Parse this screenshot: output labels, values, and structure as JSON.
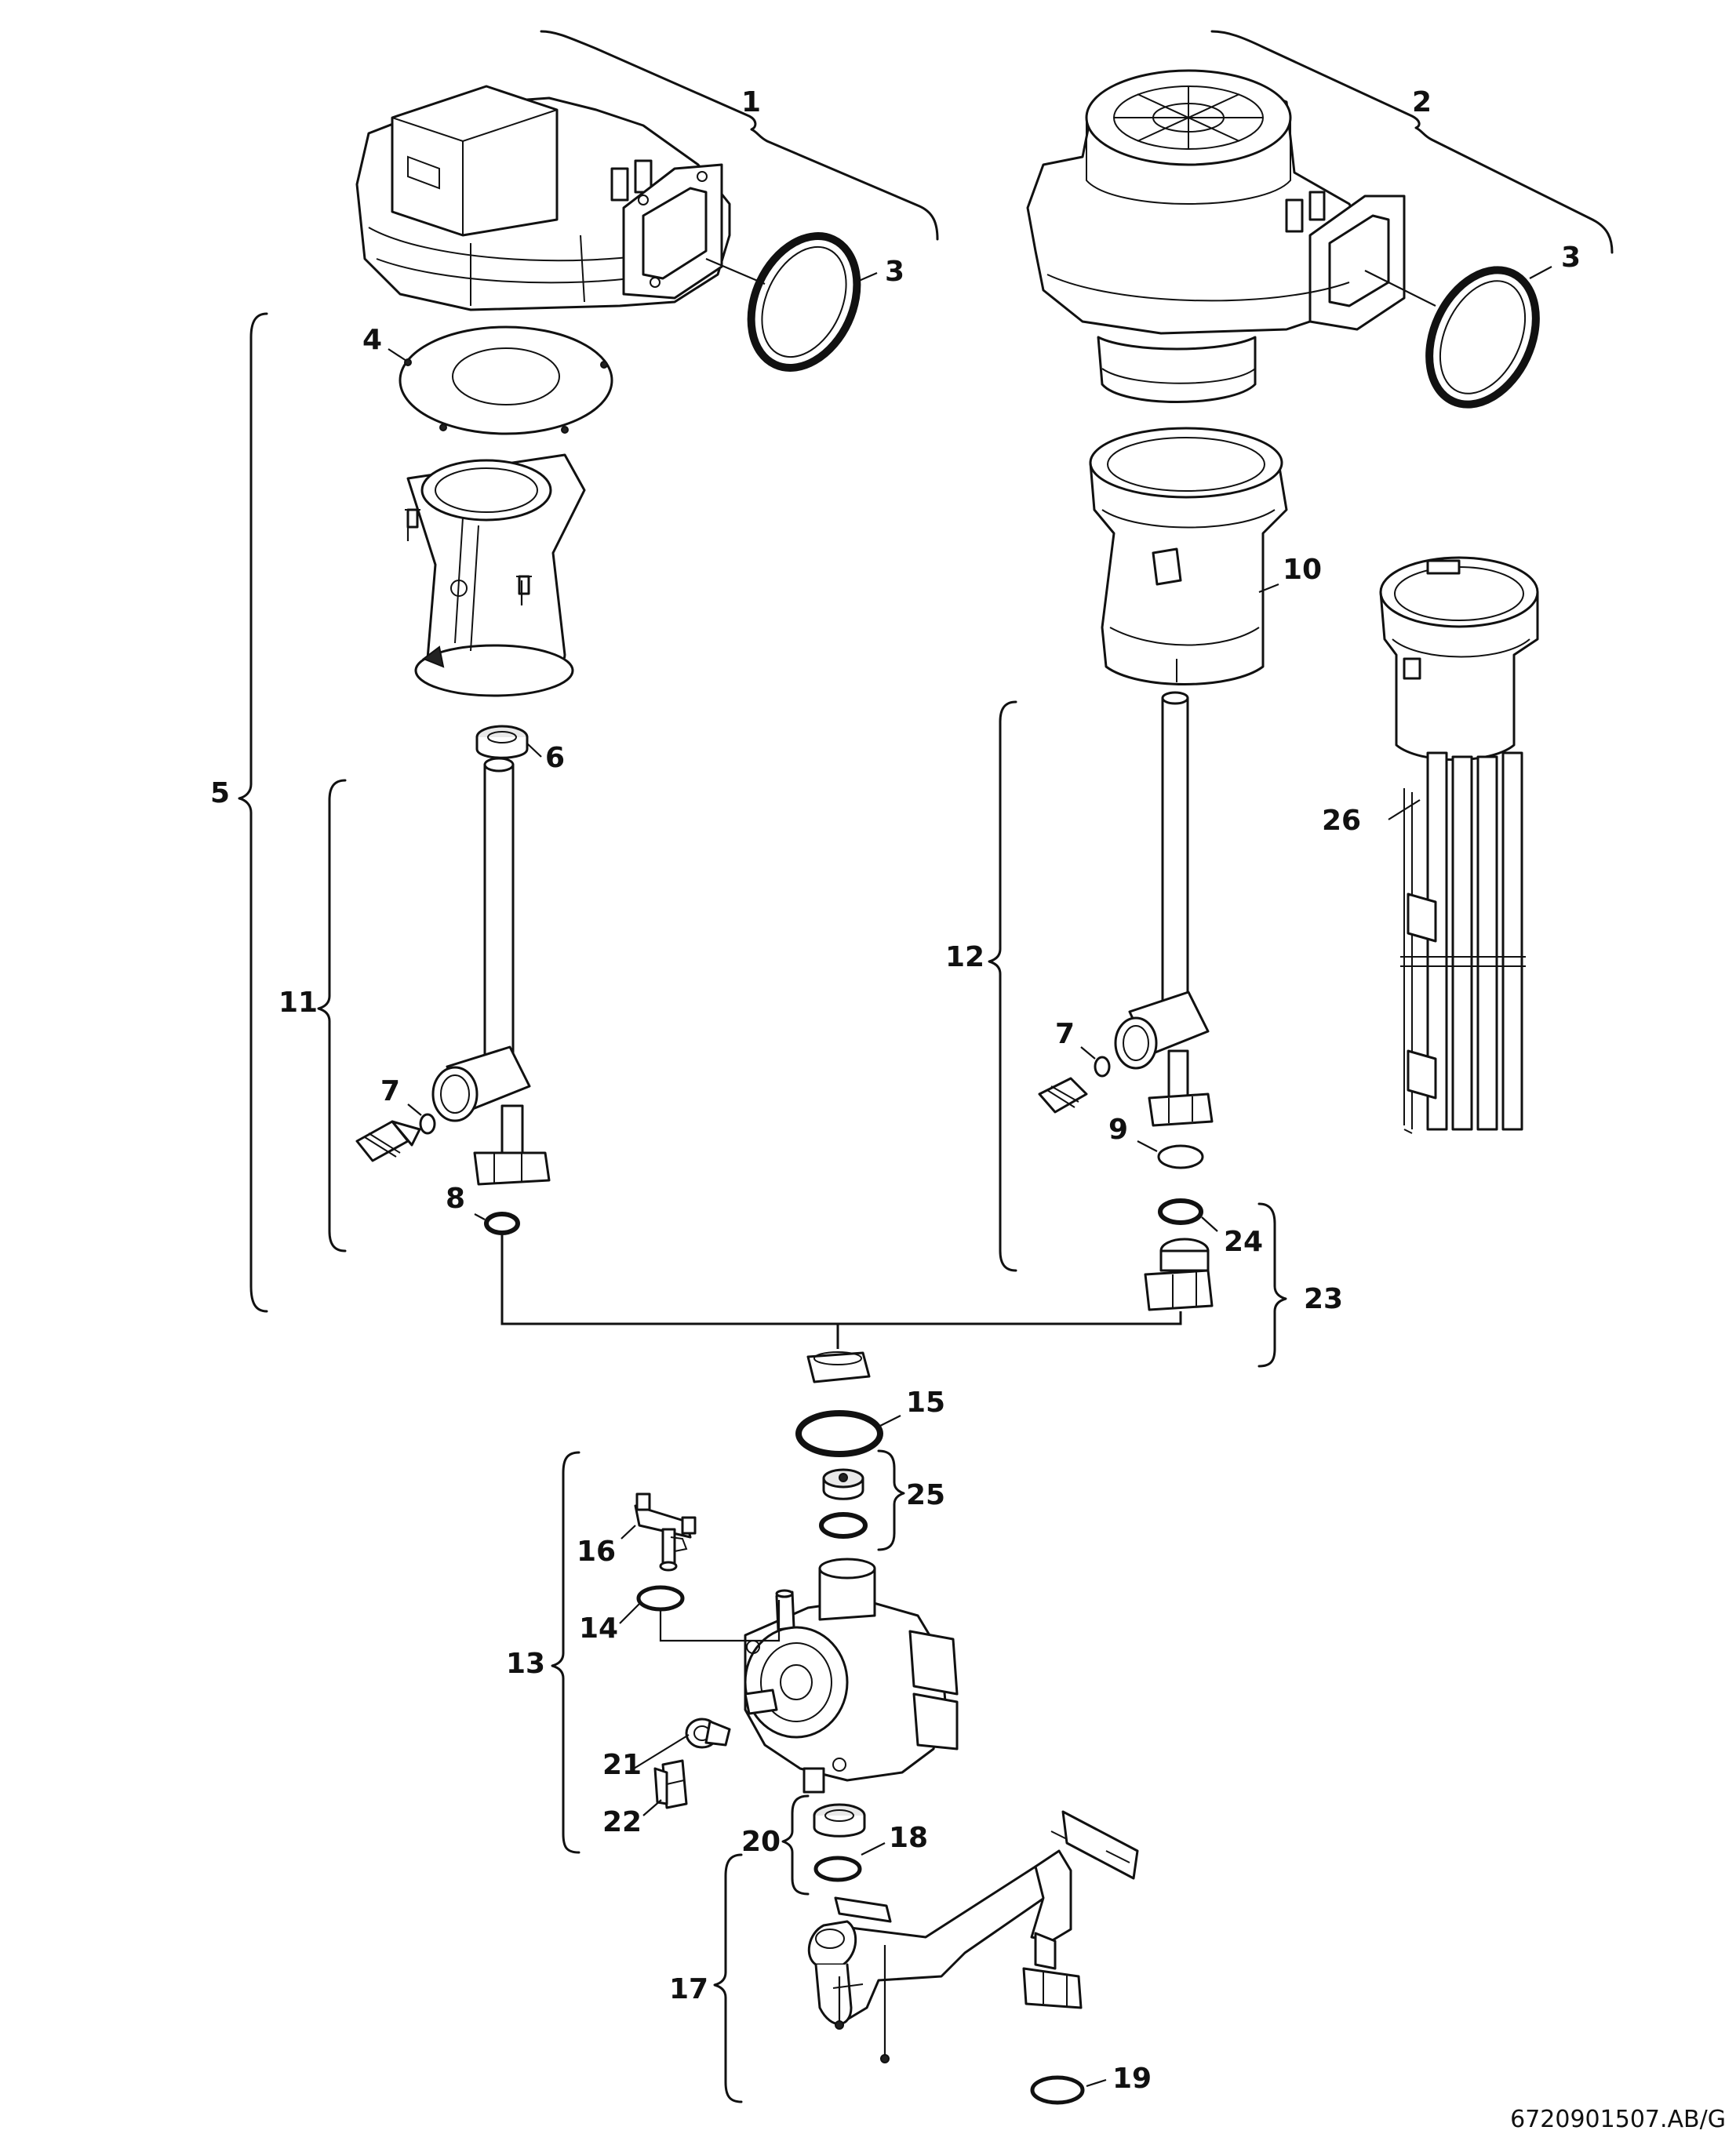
{
  "labels": {
    "l1": "1",
    "l2": "2",
    "l3a": "3",
    "l3b": "3",
    "l4": "4",
    "l5": "5",
    "l6": "6",
    "l7a": "7",
    "l7b": "7",
    "l8": "8",
    "l9": "9",
    "l10": "10",
    "l11": "11",
    "l12": "12",
    "l13": "13",
    "l14": "14",
    "l15": "15",
    "l16": "16",
    "l17": "17",
    "l18": "18",
    "l19": "19",
    "l20": "20",
    "l21": "21",
    "l22": "22",
    "l23": "23",
    "l24": "24",
    "l25": "25",
    "l26": "26"
  },
  "document_id": "6720901507.AB/G"
}
